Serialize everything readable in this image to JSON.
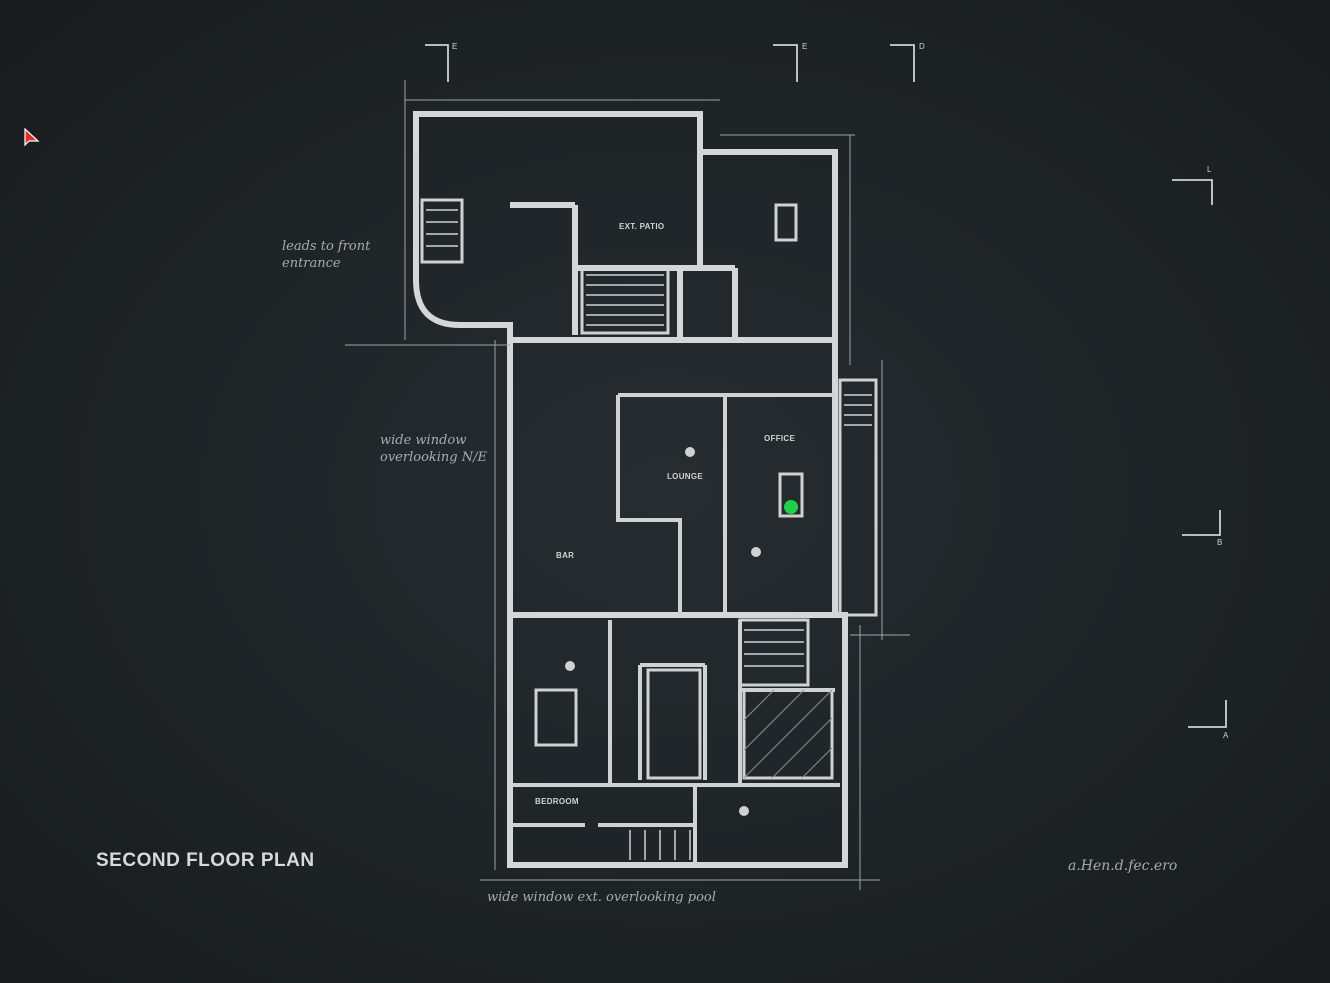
{
  "plan": {
    "title": "SECOND FLOOR PLAN",
    "rooms": {
      "ext_patio": "EXT. PATIO",
      "office": "OFFICE",
      "lounge": "LOUNGE",
      "bar": "BAR",
      "bedroom": "BEDROOM"
    },
    "notes": {
      "leads_front": "leads to front entrance",
      "wide_window": "wide window overlooking N/E",
      "wide_window_pool": "wide window ext. overlooking pool",
      "signature": "a.Hen.d.fec.ero"
    },
    "section_markers": [
      "E",
      "E",
      "D",
      "L",
      "B",
      "A"
    ]
  },
  "colors": {
    "board": "#1f2427",
    "walls": "#d9d9d9",
    "player_marker": "#1fd14a",
    "cursor": "#e0302a"
  },
  "icons": {
    "cursor": "arrow-cursor-icon",
    "player": "player-dot-icon"
  }
}
